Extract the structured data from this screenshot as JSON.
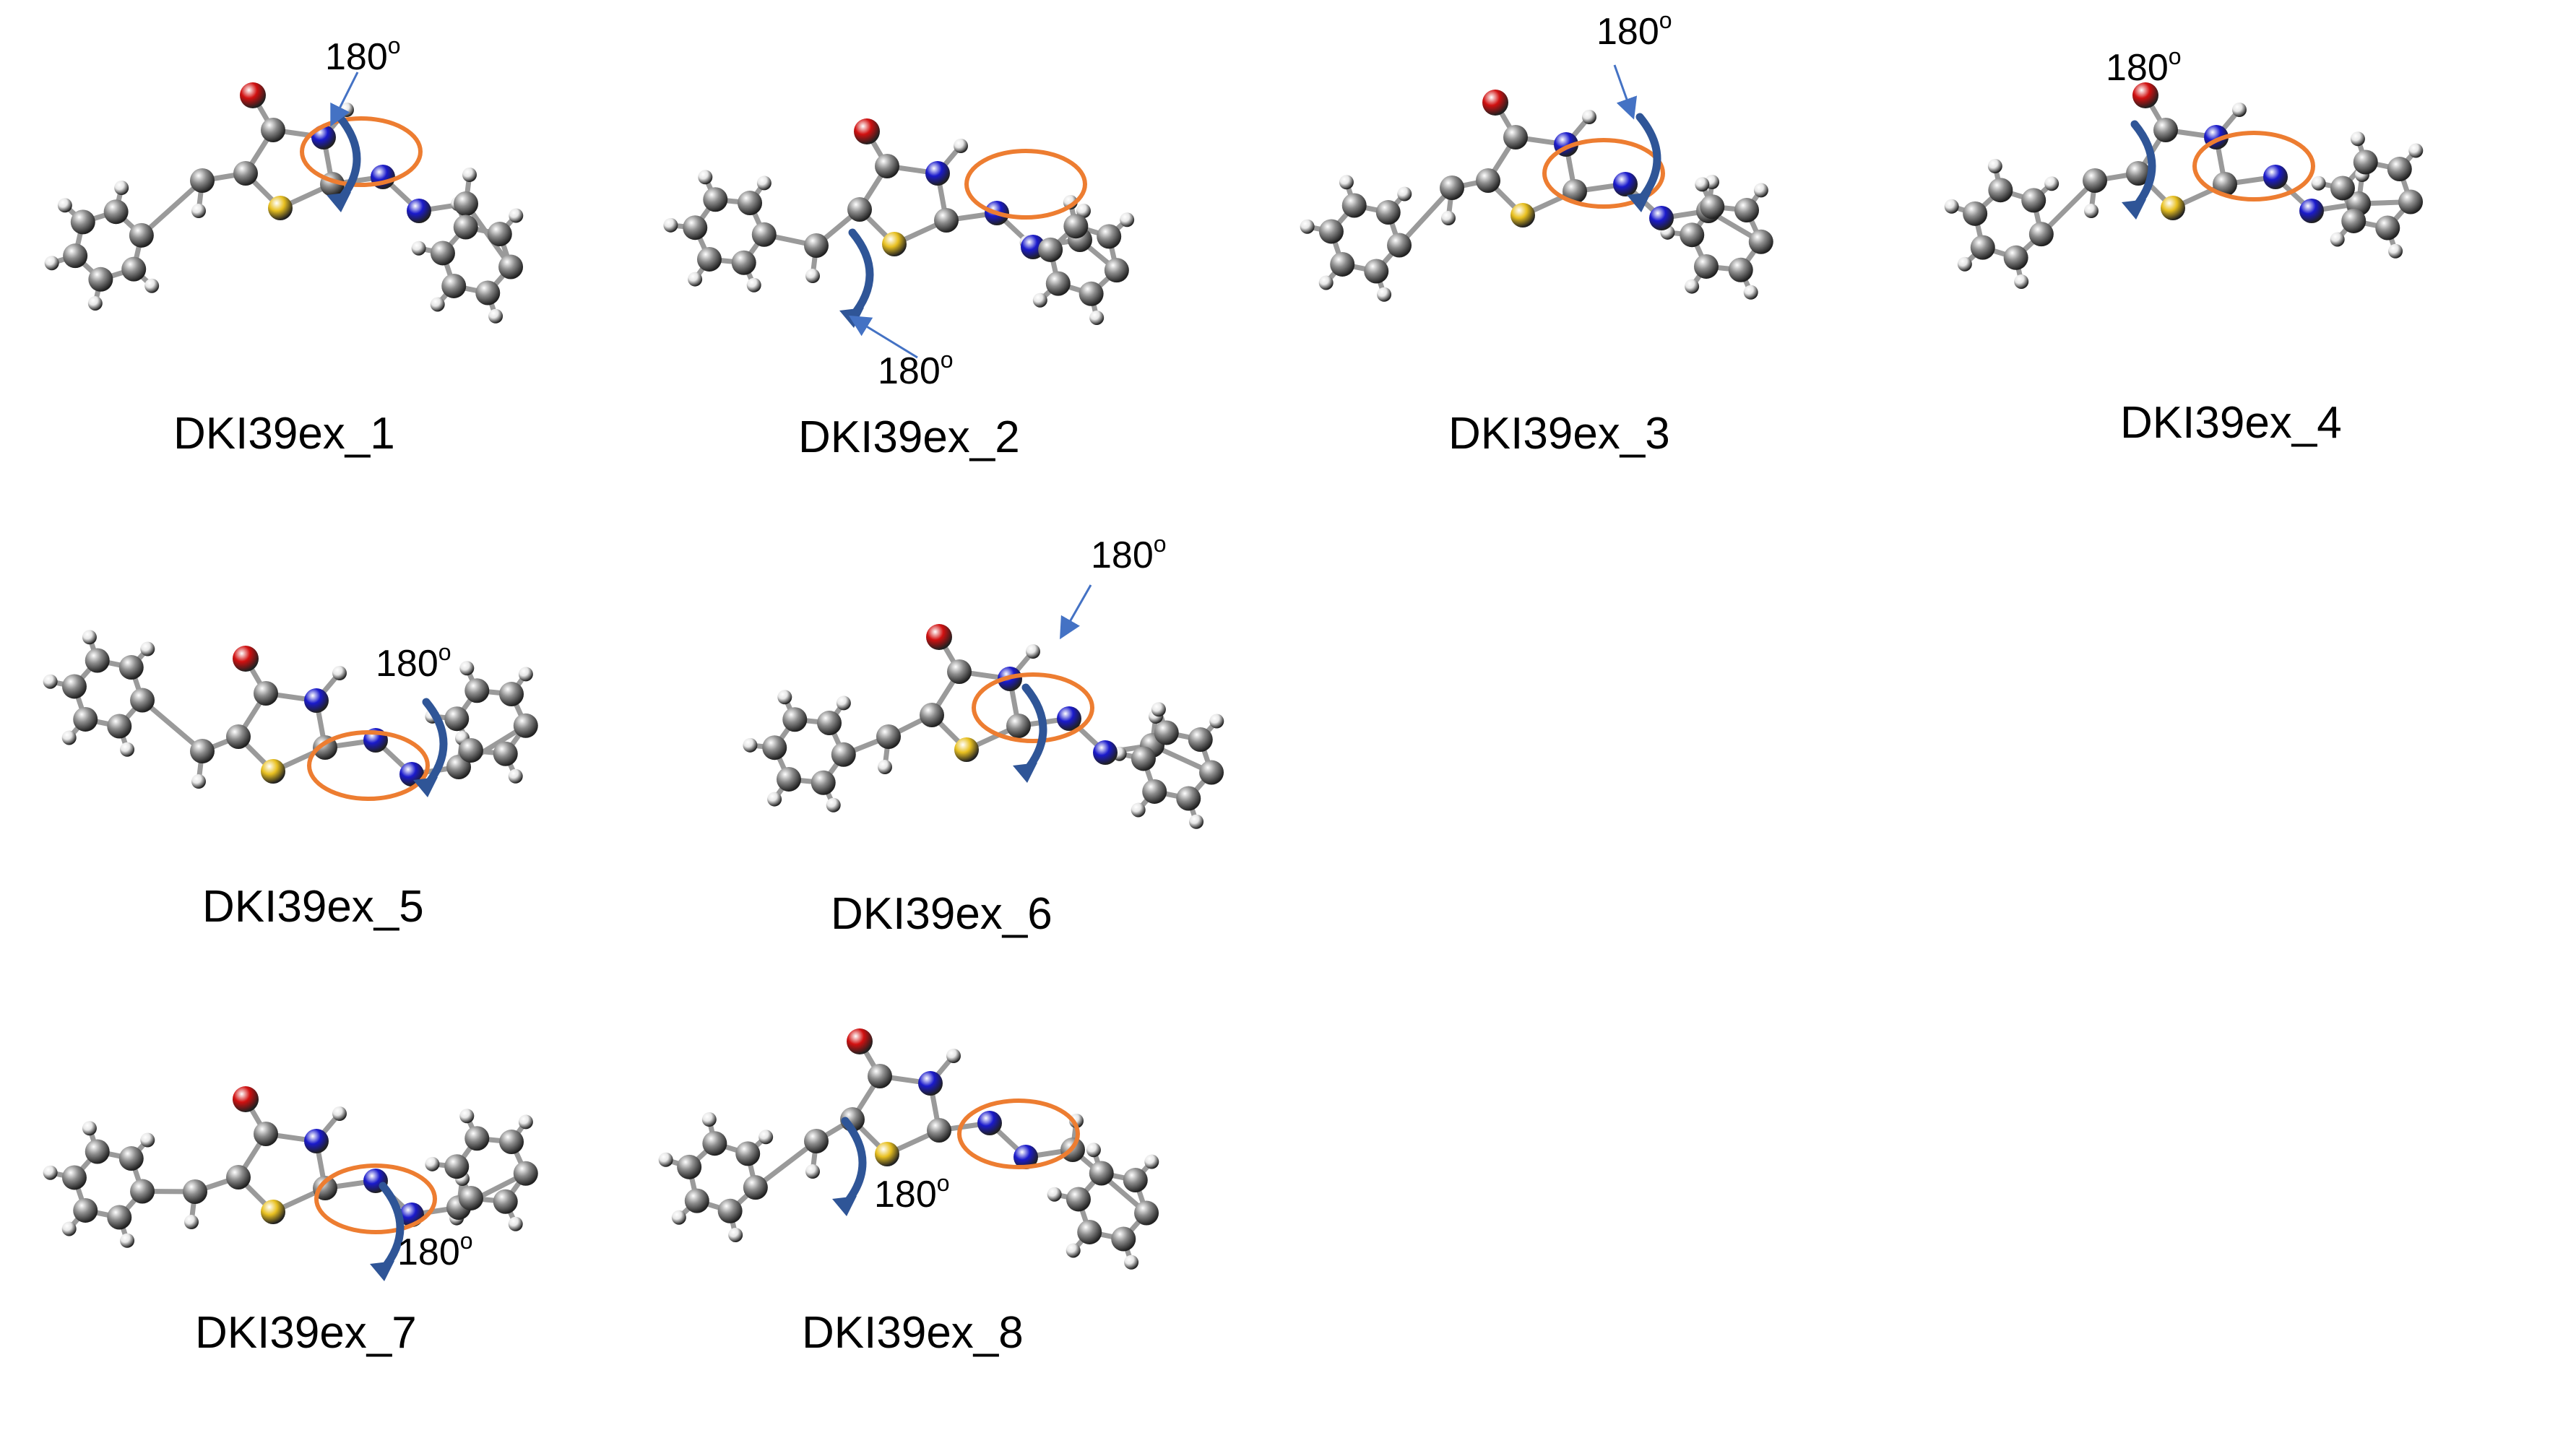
{
  "figure": {
    "panels": [
      {
        "id": "1",
        "label": "DKI39ex_1",
        "angle_label": "180",
        "angle_unit": "o"
      },
      {
        "id": "2",
        "label": "DKI39ex_2",
        "angle_label": "180",
        "angle_unit": "o"
      },
      {
        "id": "3",
        "label": "DKI39ex_3",
        "angle_label": "180",
        "angle_unit": "o"
      },
      {
        "id": "4",
        "label": "DKI39ex_4",
        "angle_label": "180",
        "angle_unit": "o"
      },
      {
        "id": "5",
        "label": "DKI39ex_5",
        "angle_label": "180",
        "angle_unit": "o"
      },
      {
        "id": "6",
        "label": "DKI39ex_6",
        "angle_label": "180",
        "angle_unit": "o"
      },
      {
        "id": "7",
        "label": "DKI39ex_7",
        "angle_label": "180",
        "angle_unit": "o"
      },
      {
        "id": "8",
        "label": "DKI39ex_8",
        "angle_label": "180",
        "angle_unit": "o"
      }
    ],
    "colors": {
      "carbon": "#8c8c8c",
      "hydrogen": "#e6e6e6",
      "nitrogen": "#1a1acc",
      "oxygen": "#d11010",
      "sulfur": "#e8c020",
      "bond": "#9a9a9a",
      "highlight_ellipse": "#ed7d31",
      "rotation_arrow": "#2f5597",
      "pointer_line": "#4472c4"
    }
  }
}
